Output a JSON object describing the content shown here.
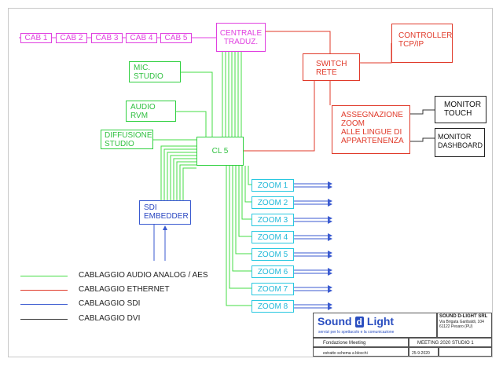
{
  "cab_units": [
    "CAB 1",
    "CAB 2",
    "CAB 3",
    "CAB 4",
    "CAB 5"
  ],
  "nodes": {
    "centrale": [
      "CENTRALE",
      "TRADUZ."
    ],
    "controller": [
      "CONTROLLER",
      "TCP/IP"
    ],
    "switch": [
      "SWITCH",
      "RETE"
    ],
    "mic_studio": [
      "MIC.",
      "STUDIO"
    ],
    "audio_rvm": [
      "AUDIO",
      "RVM"
    ],
    "diffusione_studio": [
      "DIFFUSIONE",
      "STUDIO"
    ],
    "cl5": "CL 5",
    "assegnazione": [
      "ASSEGNAZIONE",
      "ZOOM",
      "ALLE LINGUE DI",
      "APPARTENENZA"
    ],
    "monitor_touch": [
      "MONITOR",
      "TOUCH"
    ],
    "monitor_dashboard": [
      "MONITOR",
      "DASHBOARD"
    ],
    "sdi_embedder": [
      "SDI",
      "EMBEDDER"
    ]
  },
  "zoom_units": [
    "ZOOM 1",
    "ZOOM 2",
    "ZOOM 3",
    "ZOOM 4",
    "ZOOM 5",
    "ZOOM 6",
    "ZOOM 7",
    "ZOOM 8"
  ],
  "legend": [
    {
      "label": "CABLAGGIO AUDIO ANALOG / AES",
      "color": "#44dd44"
    },
    {
      "label": "CABLAGGIO ETHERNET",
      "color": "#e03a2a"
    },
    {
      "label": "CABLAGGIO SDI",
      "color": "#3a5ad0"
    },
    {
      "label": "CABLAGGIO DVI",
      "color": "#333333"
    }
  ],
  "title_block": {
    "logo_word1": "Sound",
    "logo_mark": "d",
    "logo_word2": "Light",
    "logo_tagline": "servizi per lo spettacolo e la comunicazione",
    "company_name": "SOUND D-LIGHT SRL",
    "company_address": [
      "Via Brigata Garibaldi, 104",
      "61122 Pesaro (PU)"
    ],
    "client": "Fondazione Meeting",
    "project": "MEETING 2020 STUDIO 1",
    "description": "estratto schema a blocchi",
    "date": "25-9-2020"
  },
  "colors": {
    "audio": "#44dd44",
    "ethernet": "#e03a2a",
    "sdi": "#3a5ad0",
    "dvi": "#333333",
    "cab": "#e040e0",
    "zoom": "#28c8e0"
  }
}
